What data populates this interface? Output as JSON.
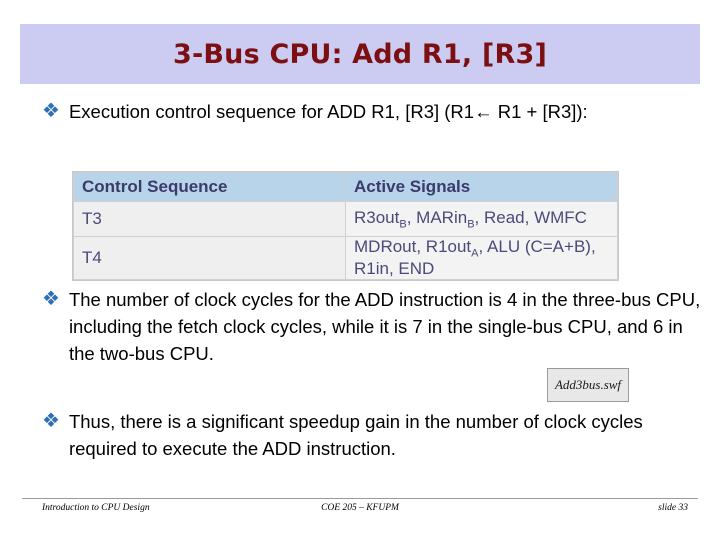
{
  "slide": {
    "title": "3-Bus CPU: Add R1, [R3]",
    "title_color": "#7b0f12",
    "banner_color": "#ccccf2",
    "bullet_glyph": "❖",
    "bullets": [
      "Execution control sequence for ADD R1, [R3] (R1← R1 + [R3]):",
      "The number of clock cycles for the ADD instruction is 4 in the three-bus CPU, including the fetch clock cycles, while it is 7 in the single-bus CPU, and 6 in the two-bus CPU.",
      "Thus, there is a significant speedup gain in the number of clock cycles required to execute the ADD instruction."
    ],
    "table": {
      "headers": [
        "Control Sequence",
        "Active Signals"
      ],
      "rows": [
        {
          "step": "T3",
          "signals_parts": [
            {
              "text": "R3out",
              "sub": "B"
            },
            {
              "text": ", MARin",
              "sub": "B"
            },
            {
              "text": ", Read, WMFC",
              "sub": ""
            }
          ],
          "signals_plain": "R3outB, MARinB, Read, WMFC"
        },
        {
          "step": "T4",
          "signals_parts": [
            {
              "text": "MDRout, R1out",
              "sub": "A"
            },
            {
              "text": ", ALU (C=A+B), R1in, END",
              "sub": ""
            }
          ],
          "signals_plain": "MDRout, R1outA, ALU (C=A+B), R1in, END"
        }
      ]
    },
    "embedded_object": {
      "label": "Add3bus.swf"
    },
    "footer": {
      "left": "Introduction to CPU Design",
      "center": "COE 205 – KFUPM",
      "right": "slide 33"
    }
  }
}
